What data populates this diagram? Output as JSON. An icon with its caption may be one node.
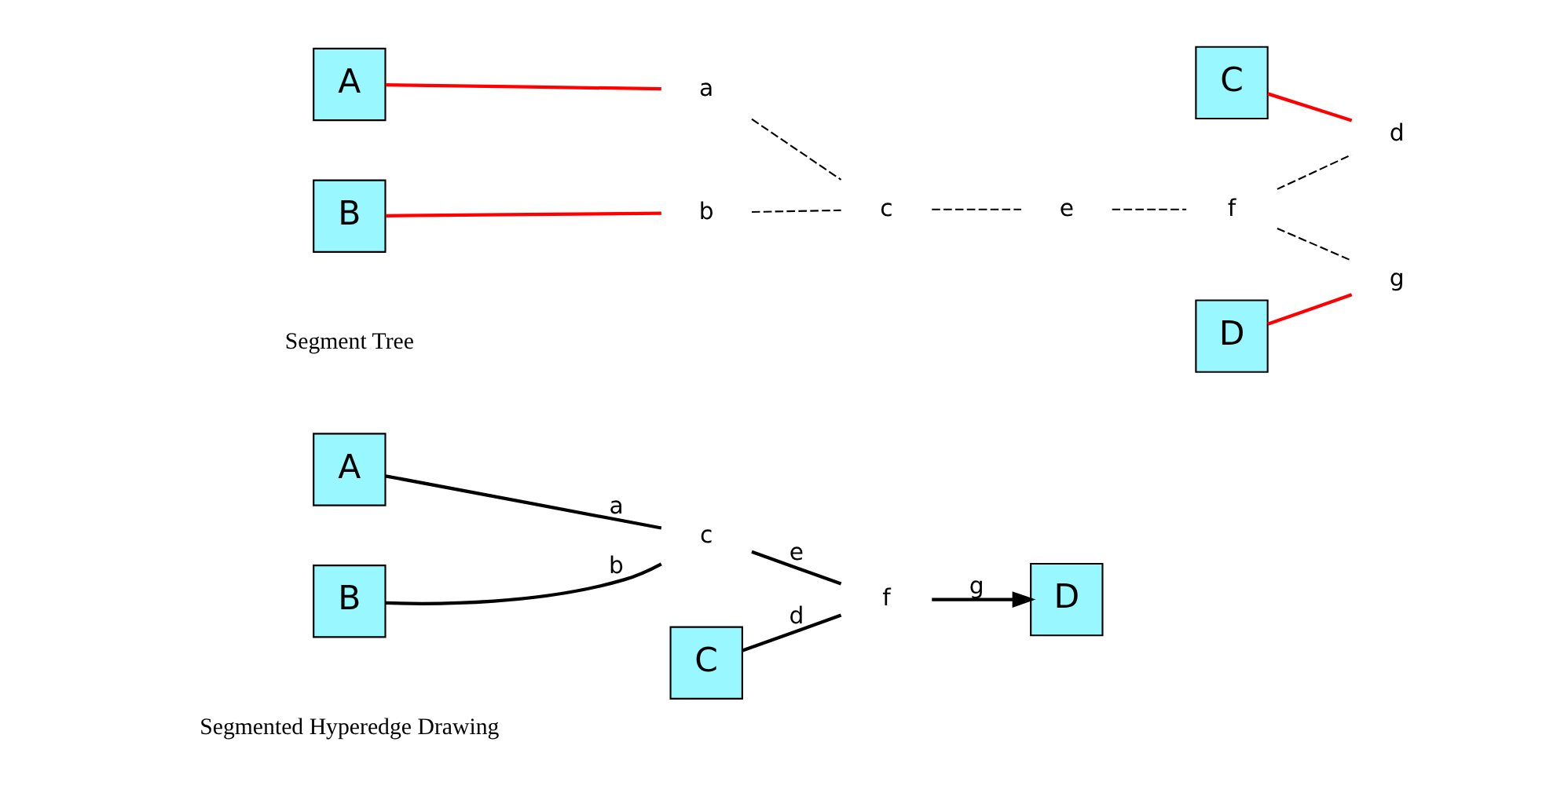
{
  "diagram": {
    "nodes": [
      {
        "text": [
          "A"
        ]
      },
      {
        "text": [
          "B"
        ]
      },
      {
        "text": [
          "C"
        ]
      },
      {
        "text": [
          "D"
        ]
      },
      {
        "text": [
          "c"
        ]
      },
      {
        "text": [
          "f"
        ]
      },
      {
        "text": [
          "A"
        ]
      },
      {
        "text": [
          "B"
        ]
      },
      {
        "text": [
          "C"
        ]
      },
      {
        "text": [
          "D"
        ]
      },
      {
        "text": [
          "a"
        ]
      },
      {
        "text": [
          "b"
        ]
      },
      {
        "text": [
          "c"
        ]
      },
      {
        "text": [
          "d"
        ]
      },
      {
        "text": [
          "e"
        ]
      },
      {
        "text": [
          "f"
        ]
      },
      {
        "text": [
          "g"
        ]
      }
    ],
    "edges": [
      {
        "from": 0,
        "to": 4,
        "arrow": "none",
        "label": "a"
      },
      {
        "from": 1,
        "to": 4,
        "arrow": "none",
        "label": "b"
      },
      {
        "from": 4,
        "to": 5,
        "arrow": "none",
        "label": "e"
      },
      {
        "from": 2,
        "to": 5,
        "arrow": "none",
        "label": "d"
      },
      {
        "from": 5,
        "to": 3,
        "arrow": "to",
        "label": "g"
      },
      {
        "from": 6,
        "to": 10,
        "arrow": "none",
        "color": "#ff0000"
      },
      {
        "from": 7,
        "to": 11,
        "arrow": "none",
        "color": "#ff0000"
      },
      {
        "from": 8,
        "to": 13,
        "arrow": "none",
        "color": "#ff0000"
      },
      {
        "from": 9,
        "to": 16,
        "arrow": "none",
        "color": "#ff0000"
      },
      {
        "from": 10,
        "to": 12,
        "arrow": "none",
        "style": "dashed"
      },
      {
        "from": 11,
        "to": 12,
        "arrow": "none",
        "style": "dashed"
      },
      {
        "from": 12,
        "to": 14,
        "arrow": "none",
        "style": "dashed"
      },
      {
        "from": 14,
        "to": 15,
        "arrow": "none",
        "style": "dashed"
      },
      {
        "from": 15,
        "to": 13,
        "arrow": "none",
        "style": "dashed"
      },
      {
        "from": 15,
        "to": 16,
        "arrow": "none",
        "style": "dashed"
      }
    ],
    "labels": [
      "Segmented Hyperedge Drawing",
      "Segment Tree"
    ]
  }
}
